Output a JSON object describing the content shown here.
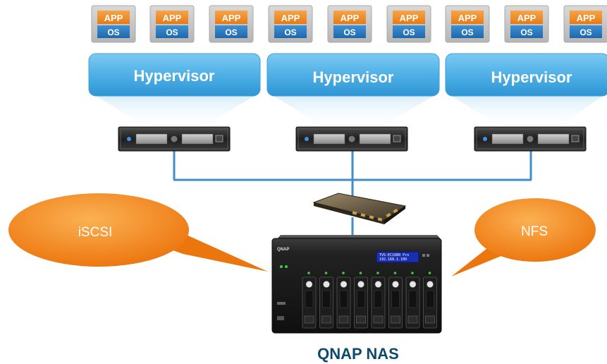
{
  "vms": [
    {
      "app": "APP",
      "os": "OS"
    },
    {
      "app": "APP",
      "os": "OS"
    },
    {
      "app": "APP",
      "os": "OS"
    },
    {
      "app": "APP",
      "os": "OS"
    },
    {
      "app": "APP",
      "os": "OS"
    },
    {
      "app": "APP",
      "os": "OS"
    },
    {
      "app": "APP",
      "os": "OS"
    },
    {
      "app": "APP",
      "os": "OS"
    },
    {
      "app": "APP",
      "os": "OS"
    }
  ],
  "hypervisors": [
    {
      "label": "Hypervisor"
    },
    {
      "label": "Hypervisor"
    },
    {
      "label": "Hypervisor"
    }
  ],
  "protocols": {
    "iscsi": "iSCSI",
    "nfs": "NFS"
  },
  "nas": {
    "label": "QNAP NAS",
    "brand": "QNAP",
    "lcd_line1": "TVS-EC1080 Pro",
    "lcd_line2": "192.168.1.100",
    "drive_bays": 8
  },
  "colors": {
    "app_orange": "#f08a24",
    "os_blue": "#2f7fc2",
    "hypervisor_blue": "#56b6ea",
    "bubble_orange": "#f07d10",
    "connection_line": "#3f8ec9",
    "label_navy": "#0d4a6b"
  },
  "icons": {
    "server": "rack-server-icon",
    "switch": "network-switch-icon",
    "nas": "nas-device-icon"
  }
}
